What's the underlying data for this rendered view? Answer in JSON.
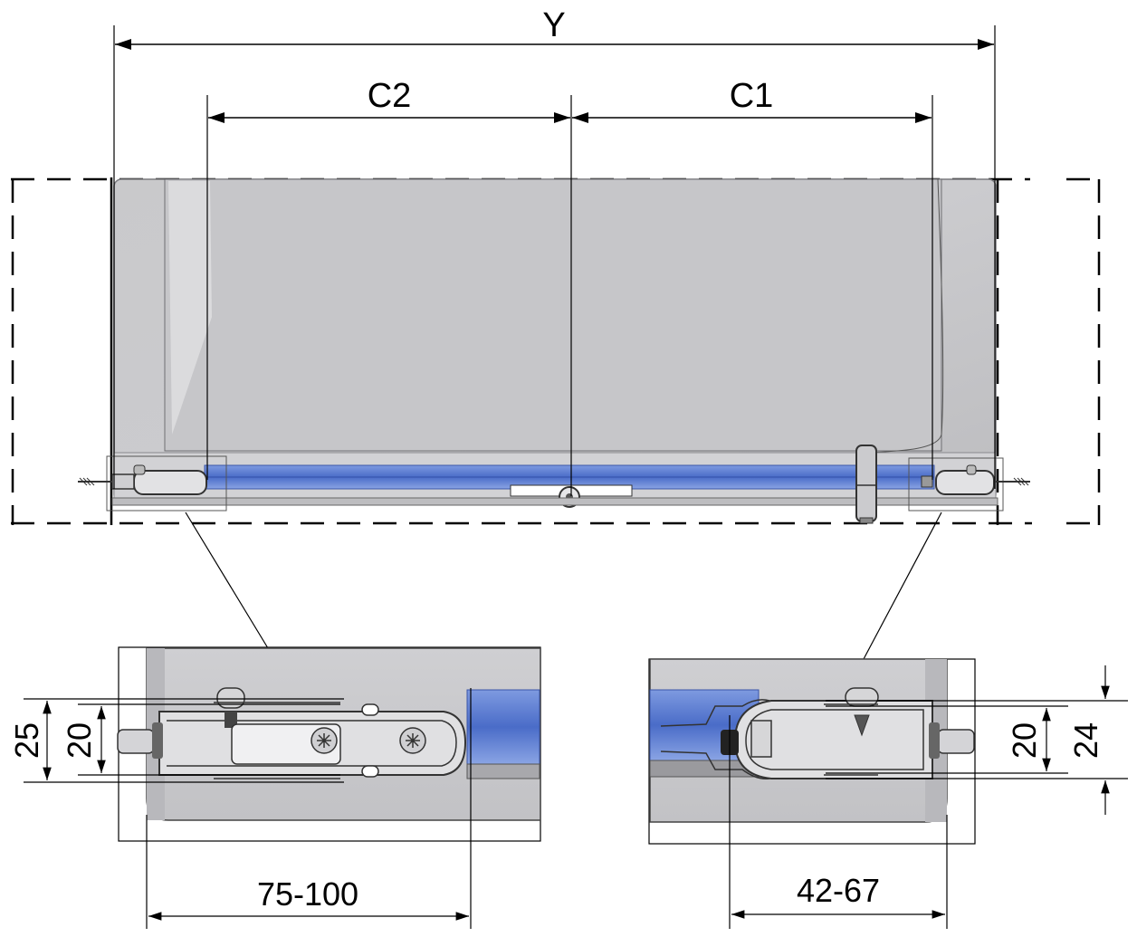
{
  "dimensions": {
    "overall_width": "Y",
    "left_section": "C2",
    "right_section": "C1",
    "left_detail_height_outer": "25",
    "left_detail_height_inner": "20",
    "right_detail_height_inner": "20",
    "right_detail_height_outer": "24",
    "left_detail_length": "75-100",
    "right_detail_length": "42-67"
  },
  "colors": {
    "glass": "#c4c4c6",
    "glass_edge": "#b3b3b6",
    "seal_blue": "#5b7fd6",
    "metal": "#d8d8da",
    "line": "#000000"
  }
}
